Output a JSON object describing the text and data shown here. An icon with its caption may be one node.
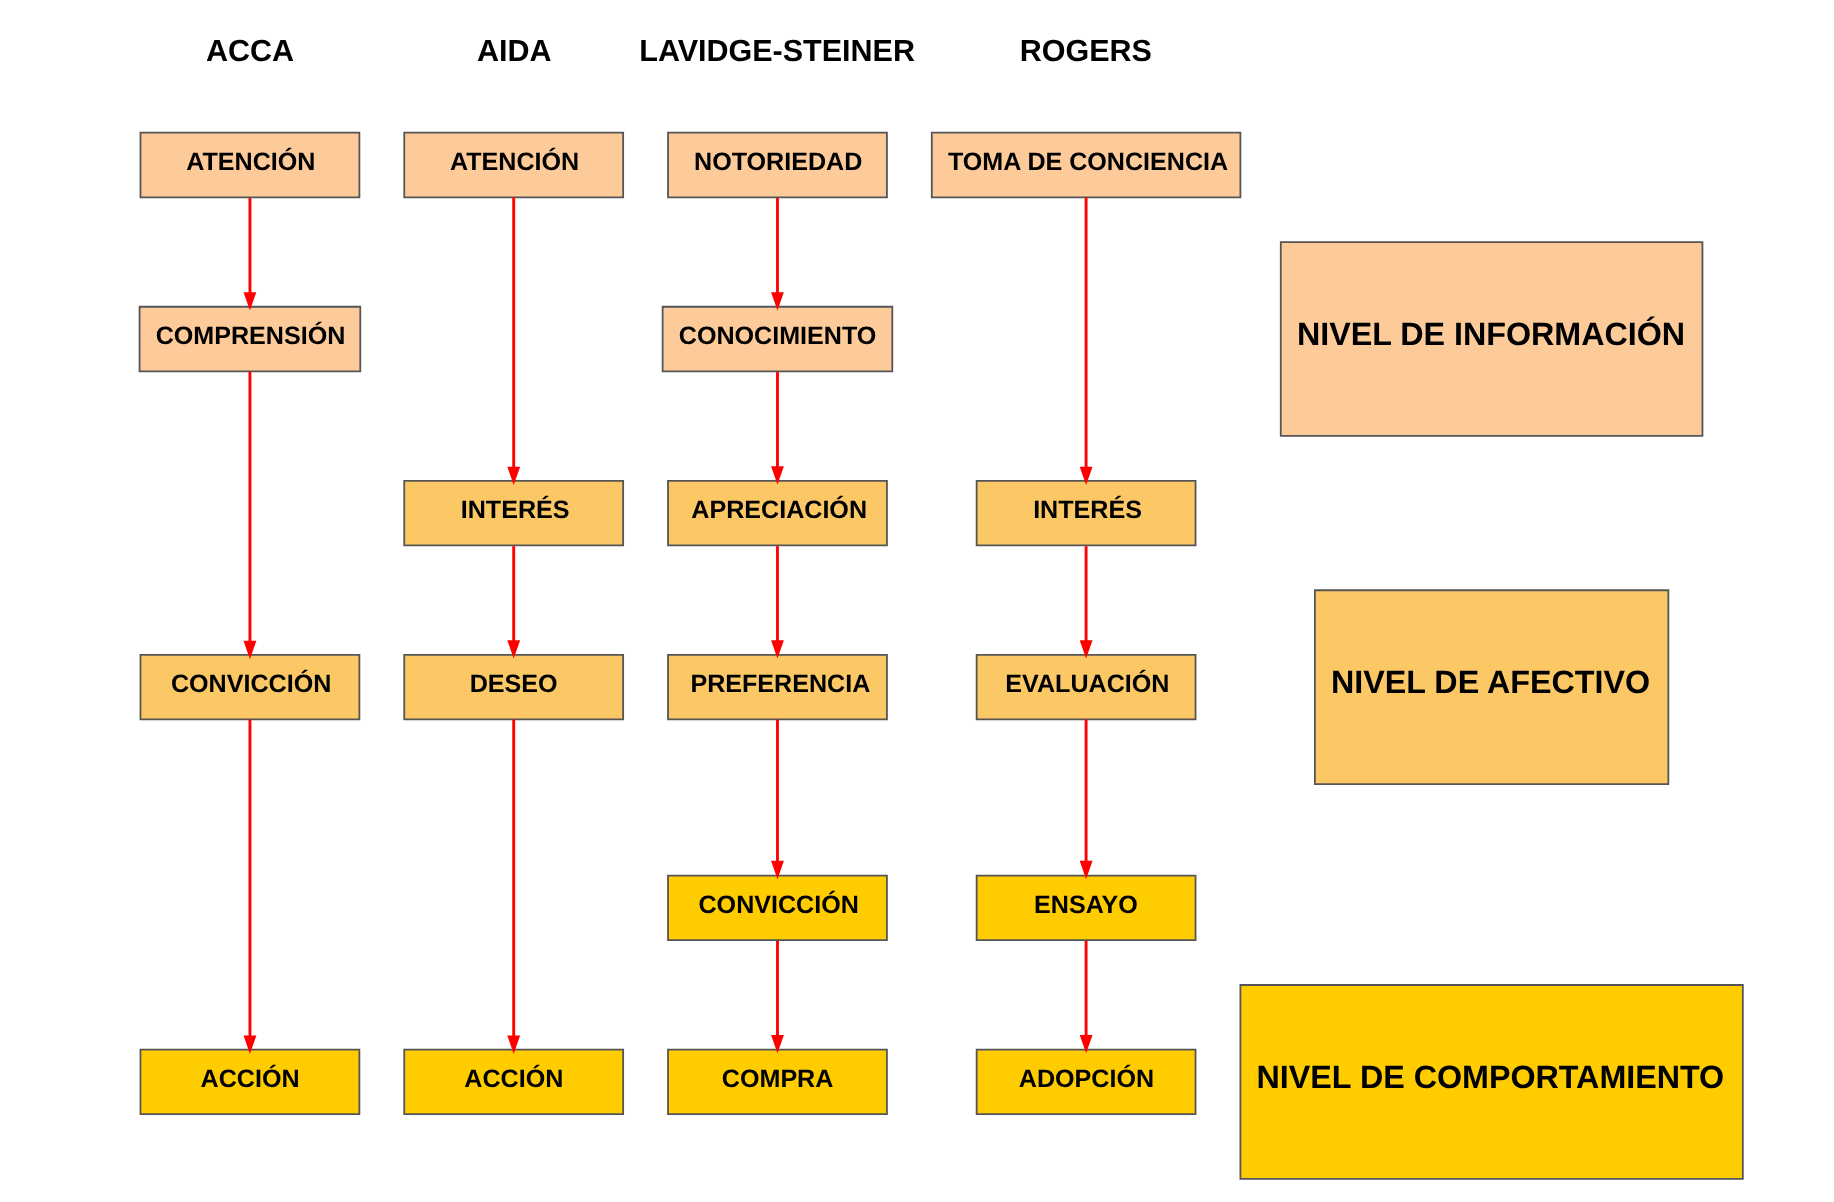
{
  "diagram": {
    "nodes": [
      {
        "text": [
          "NIVEL DE INFORMACIÓN"
        ]
      },
      {
        "text": [
          "NIVEL DE AFECTIVO"
        ]
      },
      {
        "text": [
          "NIVEL DE COMPORTAMIENTO"
        ]
      },
      {
        "text": [
          "ATENCIÓN"
        ]
      },
      {
        "text": [
          "COMPRENSIÓN"
        ]
      },
      {
        "text": [
          "CONVICCIÓN"
        ]
      },
      {
        "text": [
          "ACCIÓN"
        ]
      },
      {
        "text": [
          "ATENCIÓN"
        ]
      },
      {
        "text": [
          "INTERÉS"
        ]
      },
      {
        "text": [
          "DESEO"
        ]
      },
      {
        "text": [
          "ACCIÓN"
        ]
      },
      {
        "text": [
          "NOTORIEDAD"
        ]
      },
      {
        "text": [
          "CONOCIMIENTO"
        ]
      },
      {
        "text": [
          "APRECIACIÓN"
        ]
      },
      {
        "text": [
          "PREFERENCIA"
        ]
      },
      {
        "text": [
          "CONVICCIÓN"
        ]
      },
      {
        "text": [
          "COMPRA"
        ]
      },
      {
        "text": [
          "TOMA DE CONCIENCIA"
        ]
      },
      {
        "text": [
          "INTERÉS"
        ]
      },
      {
        "text": [
          "EVALUACIÓN"
        ]
      },
      {
        "text": [
          "ENSAYO"
        ]
      },
      {
        "text": [
          "ADOPCIÓN"
        ]
      }
    ],
    "edges": [
      {
        "from": 3,
        "to": 4,
        "arrow": "to"
      },
      {
        "from": 4,
        "to": 5,
        "arrow": "to"
      },
      {
        "from": 5,
        "to": 6,
        "arrow": "to"
      },
      {
        "from": 7,
        "to": 8,
        "arrow": "to"
      },
      {
        "from": 8,
        "to": 9,
        "arrow": "to"
      },
      {
        "from": 9,
        "to": 10,
        "arrow": "to"
      },
      {
        "from": 11,
        "to": 12,
        "arrow": "to"
      },
      {
        "from": 12,
        "to": 13,
        "arrow": "to"
      },
      {
        "from": 13,
        "to": 14,
        "arrow": "to"
      },
      {
        "from": 14,
        "to": 15,
        "arrow": "to"
      },
      {
        "from": 15,
        "to": 16,
        "arrow": "to"
      },
      {
        "from": 17,
        "to": 18,
        "arrow": "to"
      },
      {
        "from": 18,
        "to": 19,
        "arrow": "to"
      },
      {
        "from": 19,
        "to": 20,
        "arrow": "to"
      },
      {
        "from": 20,
        "to": 21,
        "arrow": "to"
      }
    ],
    "labels": [
      "ACCA",
      "AIDA",
      "LAVIDGE-STEINER",
      "ROGERS"
    ]
  }
}
